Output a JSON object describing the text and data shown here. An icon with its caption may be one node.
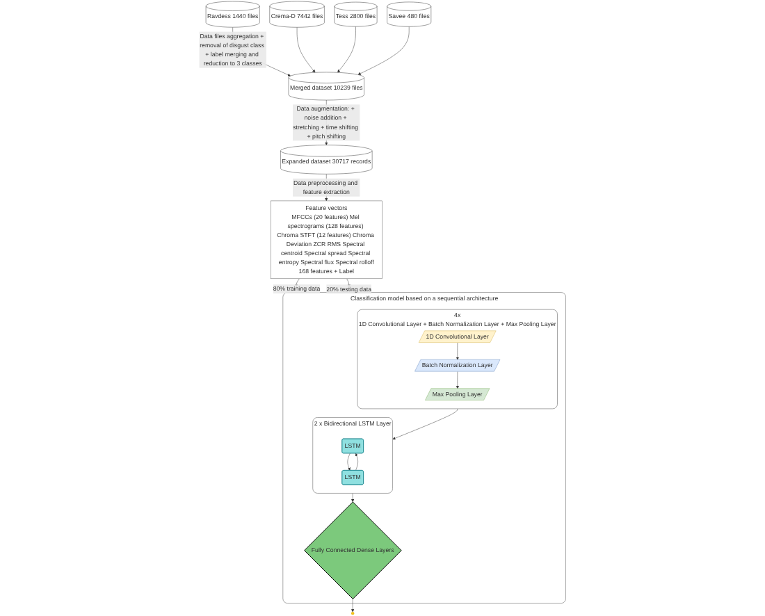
{
  "diagram": {
    "nodes": [
      {
        "text": [
          "Ravdess 1440 files"
        ]
      },
      {
        "text": [
          "Crema-D 7442 files"
        ]
      },
      {
        "text": [
          "Tess 2800 files"
        ]
      },
      {
        "text": [
          "Savee 480 files"
        ]
      },
      {
        "text": [
          "Merged dataset 10239 files"
        ]
      },
      {
        "text": [
          "Expanded dataset 30717 records"
        ]
      },
      {
        "text": [
          "Feature vectors",
          "MFCCs (20 features) Mel spectrograms (128 features) Chroma STFT (12 features) Chroma Deviation ZCR RMS Spectral centroid Spectral spread Spectral entropy Spectral flux Spectral rolloff",
          "168 features + Label"
        ]
      },
      {
        "text": [
          "Classification model based on a sequential architecture"
        ]
      },
      {
        "text": [
          "4x",
          "1D Convolutional Layer + Batch Normalization Layer + Max Pooling Layer"
        ],
        "in": 7
      },
      {
        "text": [
          "1D Convolutional Layer"
        ],
        "in": 8
      },
      {
        "text": [
          "Batch Normalization Layer"
        ],
        "in": 8
      },
      {
        "text": [
          "Max Pooling Layer"
        ],
        "in": 8
      },
      {
        "text": [
          "2 x Bidirectional LSTM Layer"
        ],
        "in": 7
      },
      {
        "text": [
          "LSTM"
        ],
        "in": 12
      },
      {
        "text": [
          "LSTM"
        ],
        "in": 12
      },
      {
        "text": [
          "Fully Connected Dense Layers"
        ],
        "in": 7
      },
      {
        "text": [],
        "shape": "circle"
      }
    ],
    "edges": [
      {
        "from": 0,
        "to": 4,
        "arrow": "to",
        "label": "Data files aggregation + removal of disgust class + label merging and reduction to 3 classes"
      },
      {
        "from": 1,
        "to": 4,
        "arrow": "to"
      },
      {
        "from": 2,
        "to": 4,
        "arrow": "to"
      },
      {
        "from": 3,
        "to": 4,
        "arrow": "to"
      },
      {
        "from": 4,
        "to": 5,
        "arrow": "to",
        "label": "Data augmentation: + noise addition + stretching + time shifting + pitch shifting"
      },
      {
        "from": 5,
        "to": 6,
        "arrow": "to",
        "label": "Data preprocessing and feature extraction"
      },
      {
        "from": 6,
        "to": 7,
        "arrow": "to",
        "label": "80% training data"
      },
      {
        "from": 6,
        "to": 7,
        "arrow": "to",
        "label": "20% testing data"
      },
      {
        "from": 9,
        "to": 10,
        "arrow": "to"
      },
      {
        "from": 10,
        "to": 11,
        "arrow": "to"
      },
      {
        "from": 8,
        "to": 12,
        "arrow": "to"
      },
      {
        "from": 13,
        "to": 14,
        "arrow": "to"
      },
      {
        "from": 14,
        "to": 13,
        "arrow": "to"
      },
      {
        "from": 12,
        "to": 15,
        "arrow": "to"
      },
      {
        "from": 15,
        "to": 16,
        "arrow": "to"
      }
    ]
  }
}
